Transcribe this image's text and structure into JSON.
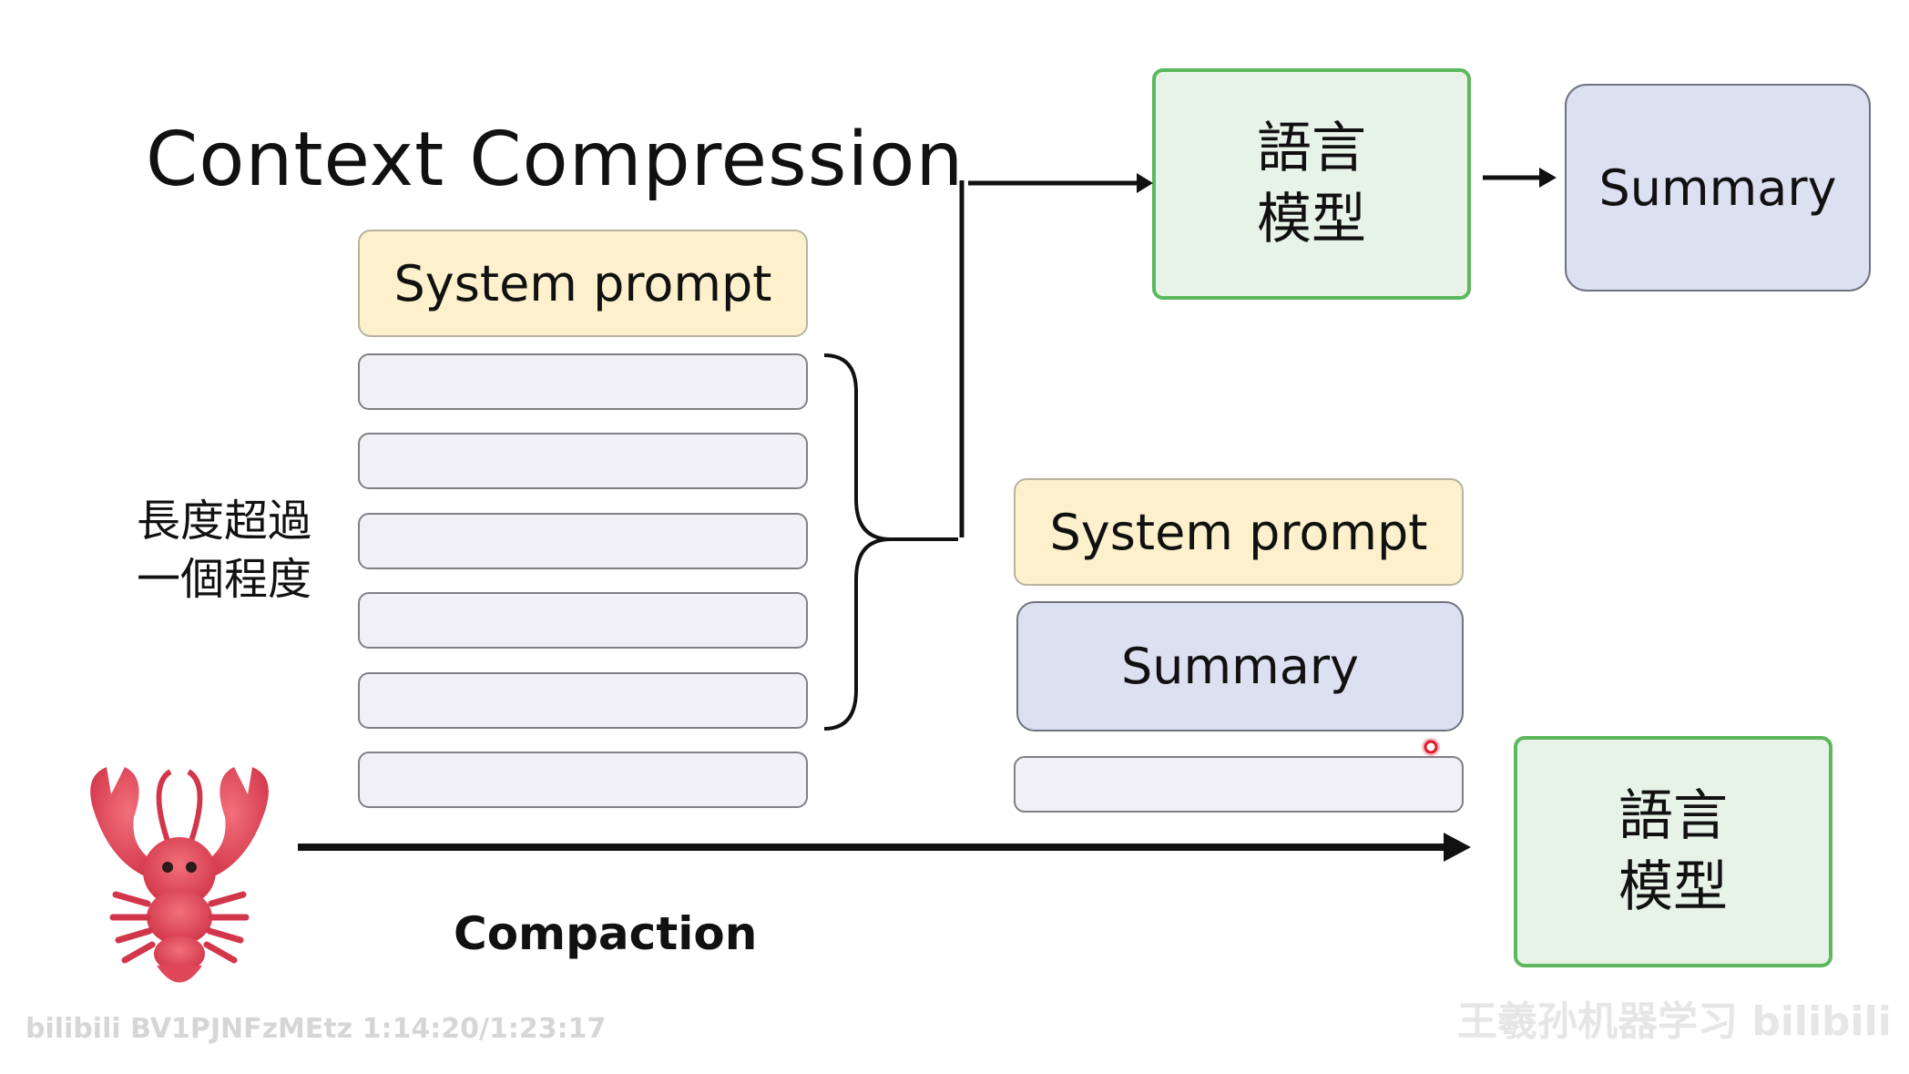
{
  "title": "Context Compression",
  "left_stack": {
    "system_prompt": "System prompt",
    "message_count": 6
  },
  "brace_label": [
    "長度超過",
    "一個程度"
  ],
  "top_flow": {
    "llm_label": [
      "語言",
      "模型"
    ],
    "summary": "Summary"
  },
  "bottom_stack": {
    "system_prompt": "System prompt",
    "summary": "Summary"
  },
  "bottom_llm_label": [
    "語言",
    "模型"
  ],
  "compaction_label": "Compaction",
  "watermark": {
    "video_id": "bilibili BV1PJNFzMEtz 1:14:20/1:23:17",
    "channel": "王羲孙机器学习 bilibili"
  },
  "colors": {
    "system_prompt_fill": "#fdf0cc",
    "summary_fill": "#dbe1f1",
    "llm_fill": "#e6f3e6",
    "llm_border": "#5cb85c",
    "message_fill": "#f1f0f5",
    "cursor": "#e0182b"
  },
  "icons": [
    "lobster-icon"
  ]
}
